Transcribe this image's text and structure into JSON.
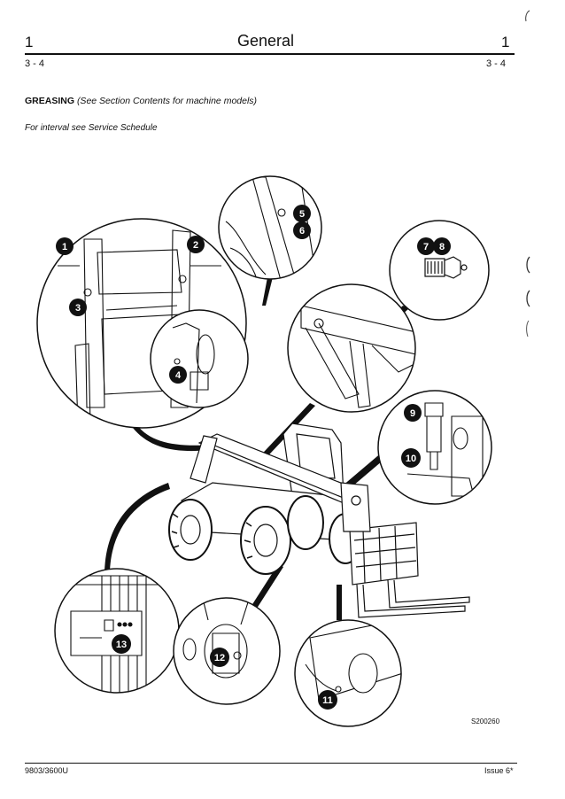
{
  "header": {
    "left_number": "1",
    "title": "General",
    "right_number": "1",
    "left_ref": "3 - 4",
    "right_ref": "3 - 4"
  },
  "section": {
    "heading": "GREASING",
    "heading_note": "(See Section Contents for machine models)",
    "interval_note": "For interval see Service Schedule"
  },
  "figure": {
    "id": "S200260",
    "callouts": [
      "1",
      "2",
      "3",
      "4",
      "5",
      "6",
      "7",
      "8",
      "9",
      "10",
      "11",
      "12",
      "13"
    ]
  },
  "footer": {
    "doc_number": "9803/3600U",
    "issue": "Issue 6*"
  }
}
